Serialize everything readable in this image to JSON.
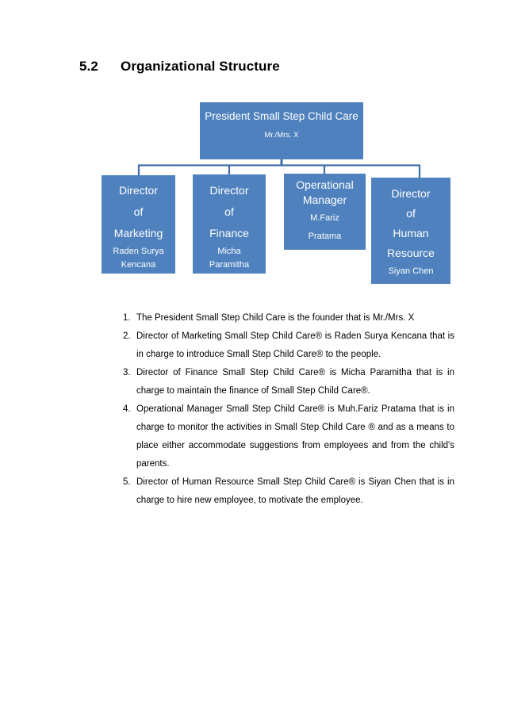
{
  "heading": {
    "number": "5.2",
    "text": "Organizational Structure"
  },
  "colors": {
    "node_fill": "#4E81BD",
    "connector": "#3F6FAA",
    "node_text": "#FFFFFF",
    "page_background": "#FFFFFF",
    "body_text": "#000000"
  },
  "orgchart": {
    "president": {
      "title": "President Small Step Child Care",
      "person": "Mr./Mrs. X"
    },
    "reports": [
      {
        "title": "Director of Marketing",
        "title_lines": [
          "Director",
          "of",
          "Marketing"
        ],
        "person": "Raden Surya Kencana",
        "person_lines": [
          "Raden Surya",
          "Kencana"
        ]
      },
      {
        "title": "Director of Finance",
        "title_lines": [
          "Director",
          "of",
          "Finance"
        ],
        "person": "Micha Paramitha",
        "person_lines": [
          "Micha",
          "Paramitha"
        ]
      },
      {
        "title": "Operational Manager",
        "title_lines": [
          "Operational",
          "Manager"
        ],
        "person": "M.Fariz Pratama",
        "person_lines": [
          "M.Fariz",
          "Pratama"
        ]
      },
      {
        "title": "Director of Human Resource",
        "title_lines": [
          "Director",
          "of",
          "Human",
          "Resource"
        ],
        "person": "Siyan Chen",
        "person_lines": [
          "Siyan Chen"
        ]
      }
    ]
  },
  "notes": [
    {
      "marker": "1.",
      "text": "The President Small Step Child Care is the founder that is Mr./Mrs. X"
    },
    {
      "marker": "2.",
      "text": "Director of Marketing Small Step Child Care® is Raden Surya Kencana that is in charge to introduce Small Step Child Care® to the people."
    },
    {
      "marker": "3.",
      "text": "Director of Finance Small Step Child Care® is Micha Paramitha that is in charge to maintain the finance of Small Step Child Care®."
    },
    {
      "marker": "4.",
      "text": "Operational Manager Small Step Child Care® is Muh.Fariz Pratama that is in charge to monitor the activities in Small Step Child Care ® and as a means to place either accommodate suggestions from employees and from the child's parents."
    },
    {
      "marker": "5.",
      "text": "Director of Human Resource Small Step Child Care® is Siyan Chen that is in charge to hire new employee, to motivate the employee."
    }
  ]
}
